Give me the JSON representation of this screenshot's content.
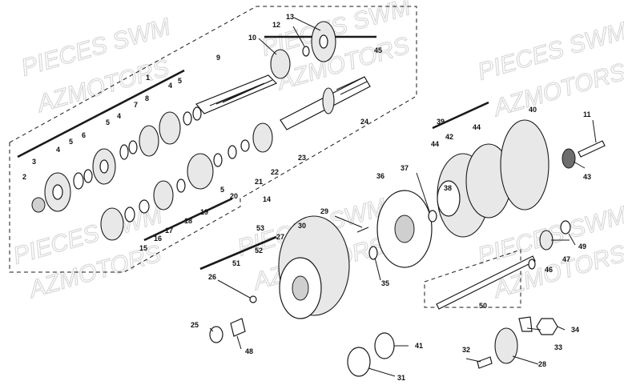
{
  "watermark": {
    "line1": "PIECES SWM",
    "line2": "AZMOTORS"
  },
  "callouts": [
    {
      "id": "1",
      "label": "1"
    },
    {
      "id": "2",
      "label": "2"
    },
    {
      "id": "3",
      "label": "3"
    },
    {
      "id": "4a",
      "label": "4"
    },
    {
      "id": "4b",
      "label": "4"
    },
    {
      "id": "4c",
      "label": "4"
    },
    {
      "id": "5a",
      "label": "5"
    },
    {
      "id": "5b",
      "label": "5"
    },
    {
      "id": "5c",
      "label": "5"
    },
    {
      "id": "5d",
      "label": "5"
    },
    {
      "id": "6",
      "label": "6"
    },
    {
      "id": "7",
      "label": "7"
    },
    {
      "id": "8",
      "label": "8"
    },
    {
      "id": "9",
      "label": "9"
    },
    {
      "id": "10",
      "label": "10"
    },
    {
      "id": "11",
      "label": "11"
    },
    {
      "id": "12",
      "label": "12"
    },
    {
      "id": "13",
      "label": "13"
    },
    {
      "id": "14",
      "label": "14"
    },
    {
      "id": "15",
      "label": "15"
    },
    {
      "id": "16",
      "label": "16"
    },
    {
      "id": "17",
      "label": "17"
    },
    {
      "id": "18",
      "label": "18"
    },
    {
      "id": "19",
      "label": "19"
    },
    {
      "id": "20",
      "label": "20"
    },
    {
      "id": "21",
      "label": "21"
    },
    {
      "id": "22",
      "label": "22"
    },
    {
      "id": "23",
      "label": "23"
    },
    {
      "id": "24",
      "label": "24"
    },
    {
      "id": "25",
      "label": "25"
    },
    {
      "id": "26",
      "label": "26"
    },
    {
      "id": "27",
      "label": "27"
    },
    {
      "id": "28",
      "label": "28"
    },
    {
      "id": "29",
      "label": "29"
    },
    {
      "id": "30",
      "label": "30"
    },
    {
      "id": "31",
      "label": "31"
    },
    {
      "id": "32",
      "label": "32"
    },
    {
      "id": "33",
      "label": "33"
    },
    {
      "id": "34",
      "label": "34"
    },
    {
      "id": "35",
      "label": "35"
    },
    {
      "id": "36",
      "label": "36"
    },
    {
      "id": "37",
      "label": "37"
    },
    {
      "id": "38",
      "label": "38"
    },
    {
      "id": "39",
      "label": "39"
    },
    {
      "id": "40",
      "label": "40"
    },
    {
      "id": "41",
      "label": "41"
    },
    {
      "id": "42",
      "label": "42"
    },
    {
      "id": "43",
      "label": "43"
    },
    {
      "id": "44a",
      "label": "44"
    },
    {
      "id": "44b",
      "label": "44"
    },
    {
      "id": "45",
      "label": "45"
    },
    {
      "id": "46",
      "label": "46"
    },
    {
      "id": "47",
      "label": "47"
    },
    {
      "id": "48",
      "label": "48"
    },
    {
      "id": "49",
      "label": "49"
    },
    {
      "id": "50",
      "label": "50"
    },
    {
      "id": "51",
      "label": "51"
    },
    {
      "id": "52",
      "label": "52"
    },
    {
      "id": "53",
      "label": "53"
    }
  ]
}
